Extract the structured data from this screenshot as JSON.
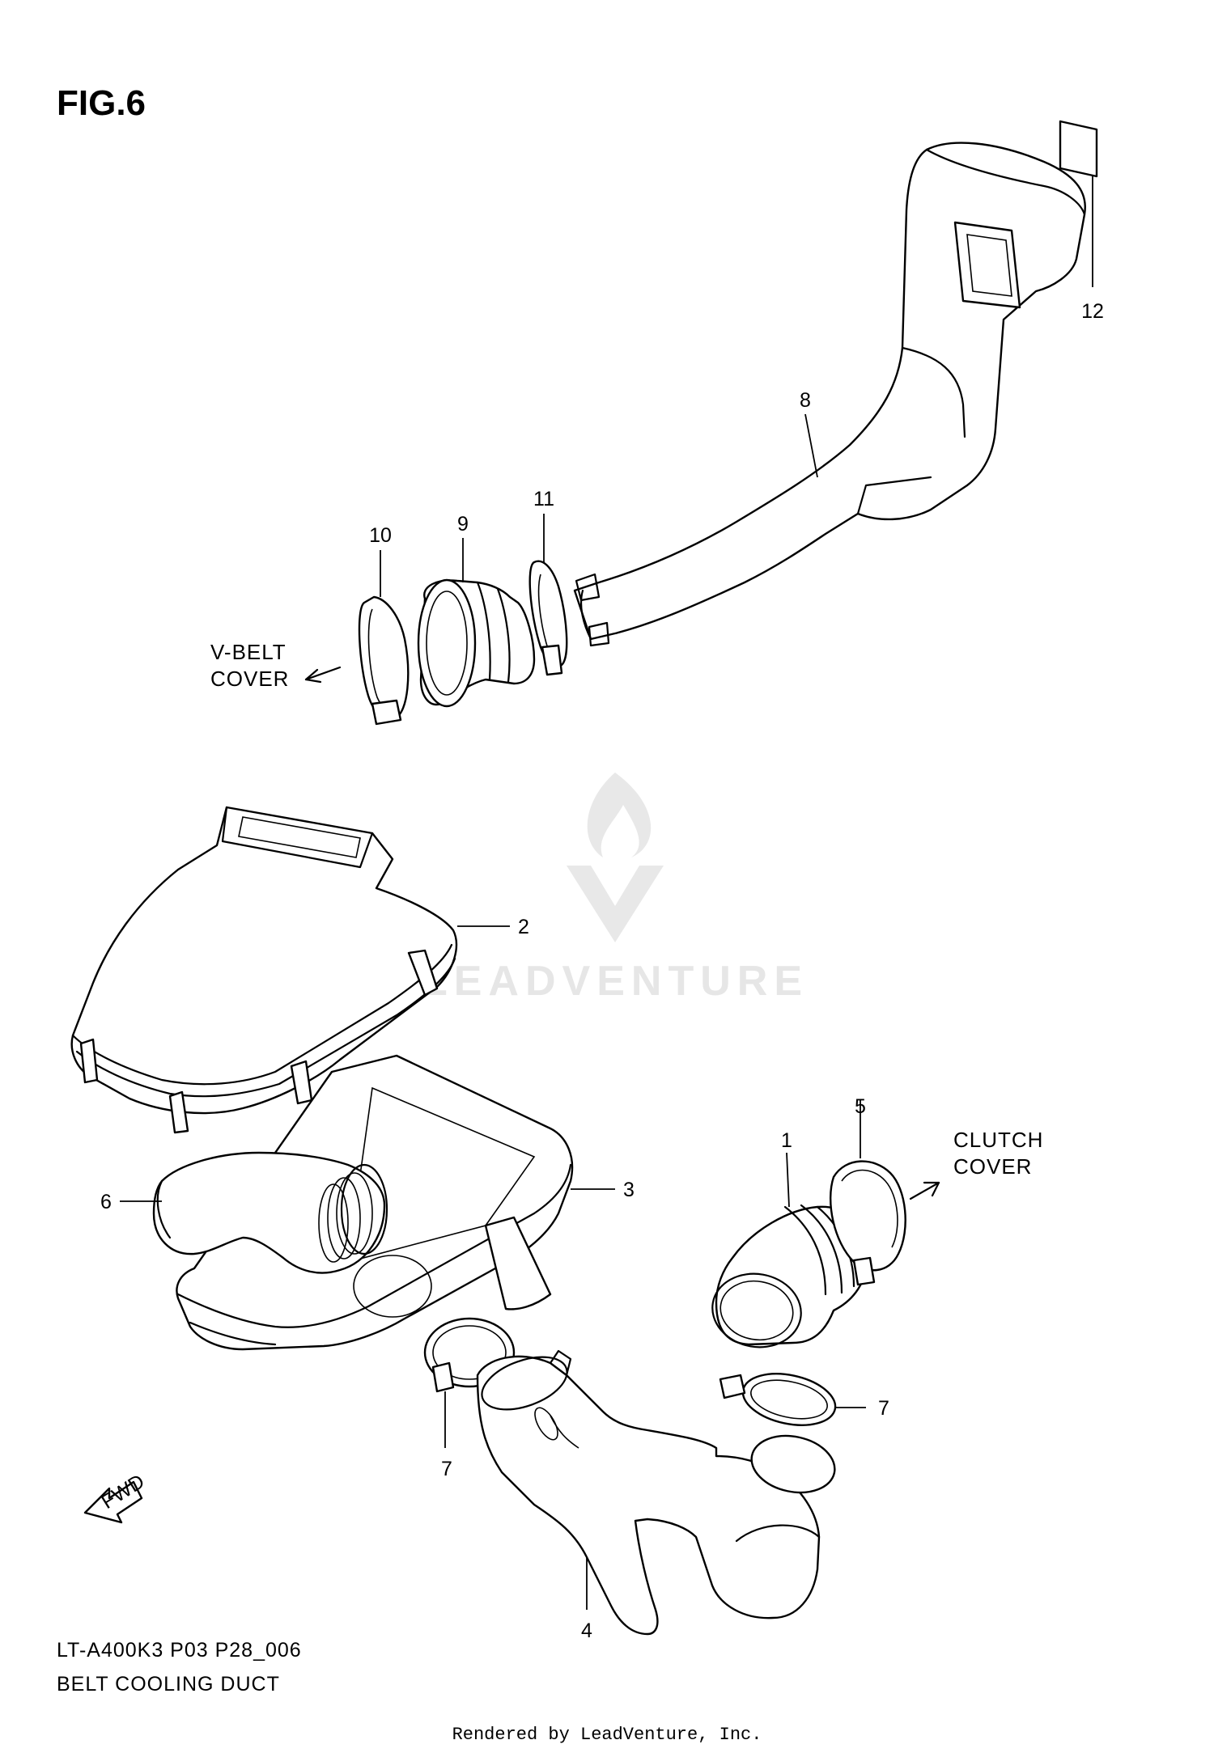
{
  "figure": {
    "title": "FIG.6",
    "model_code": "LT-A400K3 P03 P28_006",
    "caption": "BELT COOLING DUCT",
    "credit": "Rendered by LeadVenture, Inc.",
    "watermark": "LEADVENTURE"
  },
  "callouts": {
    "c1": "1",
    "c2": "2",
    "c3": "3",
    "c4": "4",
    "c5": "5",
    "c6": "6",
    "c7a": "7",
    "c7b": "7",
    "c8": "8",
    "c9": "9",
    "c10": "10",
    "c11": "11",
    "c12": "12"
  },
  "directions": {
    "vbelt_line1": "V-BELT",
    "vbelt_line2": "COVER",
    "clutch_line1": "CLUTCH",
    "clutch_line2": "COVER",
    "fwd": "FWD"
  },
  "colors": {
    "ink": "#000000",
    "paper": "#ffffff",
    "watermark": "#e6e6e6"
  }
}
